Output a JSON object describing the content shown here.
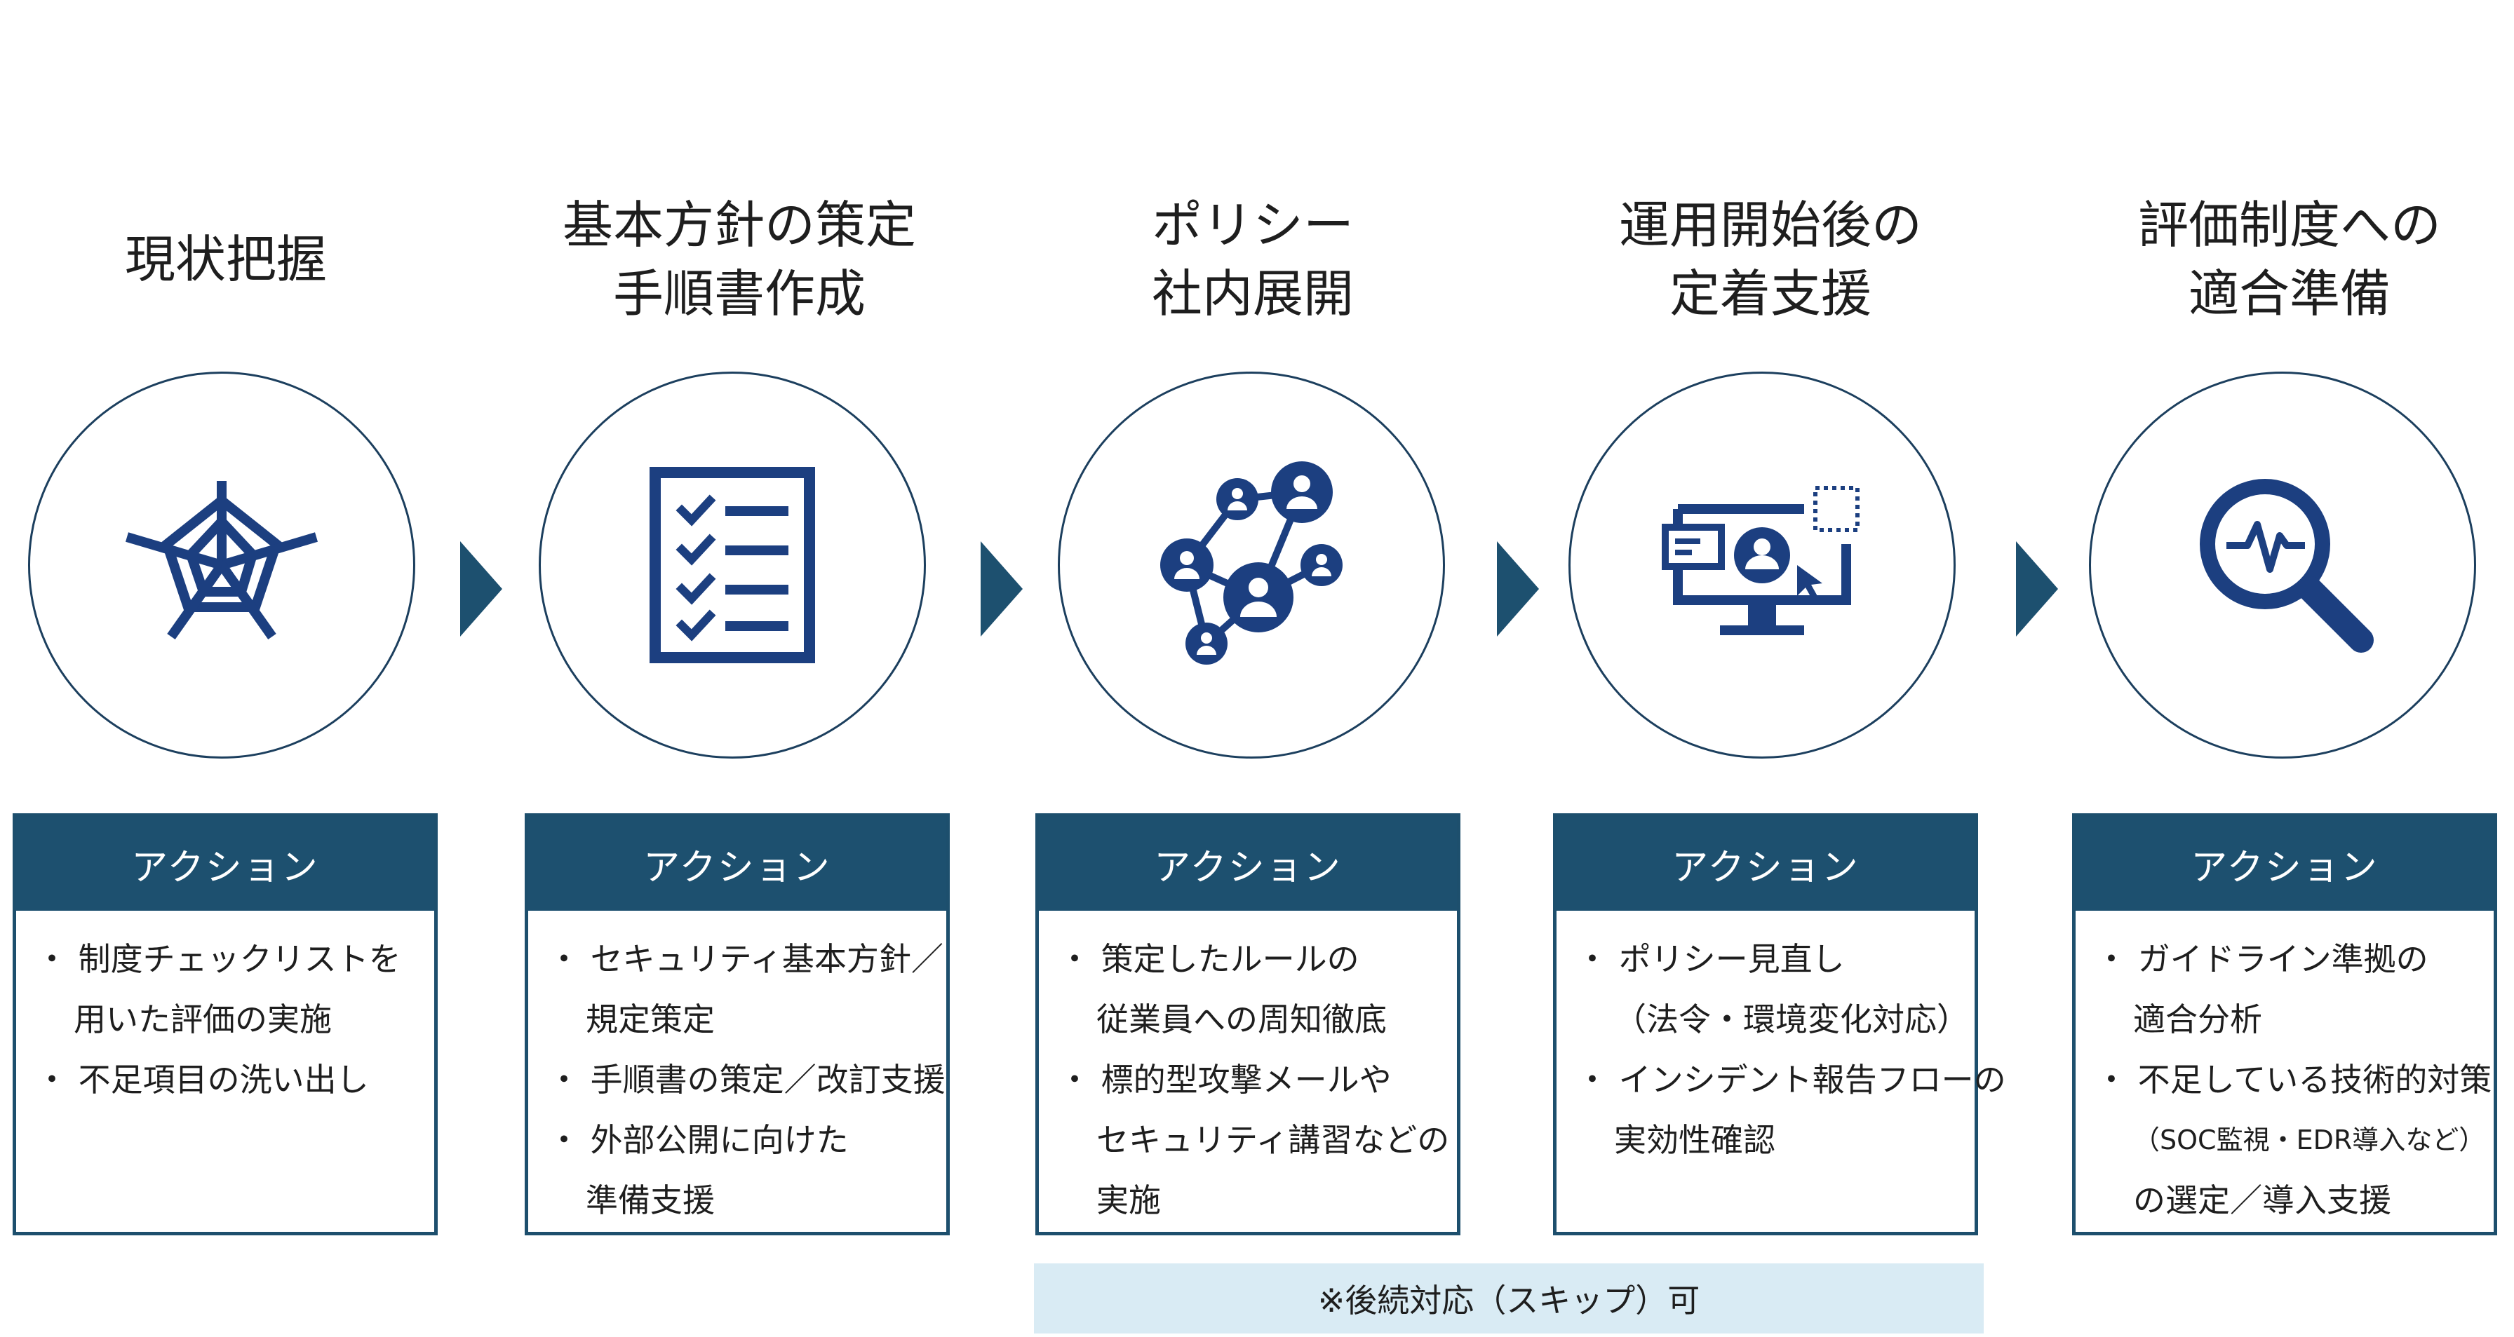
{
  "colors": {
    "navy": "#1d506f",
    "icon": "#1c3f80",
    "note_bg": "#d9ebf4"
  },
  "steps": [
    {
      "title_lines": [
        "現状把握"
      ],
      "icon": "radar-chart-icon",
      "action_label": "アクション",
      "lines": [
        "・ 制度チェックリストを",
        "用いた評価の実施",
        "・ 不足項目の洗い出し"
      ]
    },
    {
      "title_lines": [
        "基本方針の策定",
        "手順書作成"
      ],
      "icon": "checklist-icon",
      "action_label": "アクション",
      "lines": [
        "・ セキュリティ基本方針／",
        "規定策定",
        "・ 手順書の策定／改訂支援",
        "・ 外部公開に向けた",
        "準備支援"
      ]
    },
    {
      "title_lines": [
        "ポリシー",
        "社内展開"
      ],
      "icon": "people-network-icon",
      "action_label": "アクション",
      "lines": [
        "・ 策定したルールの",
        "従業員への周知徹底",
        "・ 標的型攻撃メールや",
        "セキュリティ講習などの",
        "実施"
      ]
    },
    {
      "title_lines": [
        "運用開始後の",
        "定着支援"
      ],
      "icon": "monitor-user-icon",
      "action_label": "アクション",
      "lines": [
        "・ ポリシー見直し",
        "（法令・環境変化対応）",
        "・ インシデント報告フローの",
        "実効性確認"
      ]
    },
    {
      "title_lines": [
        "評価制度への",
        "適合準備"
      ],
      "icon": "magnifier-pulse-icon",
      "action_label": "アクション",
      "lines": [
        "・ ガイドライン準拠の",
        "適合分析",
        "・ 不足している技術的対策",
        "（SOC監視・EDR導入など）",
        "の選定／導入支援"
      ]
    }
  ],
  "note": "※後続対応（スキップ）可"
}
